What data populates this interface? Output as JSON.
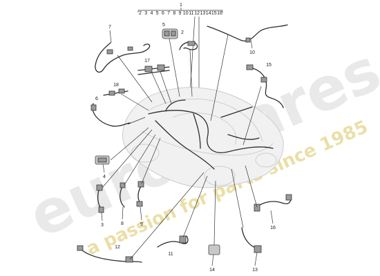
{
  "header": {
    "index_number": "1",
    "sub_numbers": [
      "2",
      "3",
      "4",
      "5",
      "6",
      "7",
      "8",
      "9",
      "10",
      "11",
      "12",
      "13",
      "14",
      "15",
      "16"
    ]
  },
  "callouts": {
    "c2": "2",
    "c3": "3",
    "c4": "4",
    "c5": "5",
    "c6": "6",
    "c7": "7",
    "c8": "8",
    "c9": "9",
    "c10": "10",
    "c11": "11",
    "c12": "12",
    "c13": "13",
    "c14": "14",
    "c15": "15",
    "c16": "16",
    "c17": "17",
    "c18": "18"
  },
  "watermark": {
    "brand": "eurospares",
    "tagline": "a passion for parts since 1985"
  },
  "colors": {
    "line": "#333333",
    "car_body": "#f1f1f1",
    "watermark_logo": "#e9e9e9",
    "watermark_tagline": "#eadfa8"
  }
}
